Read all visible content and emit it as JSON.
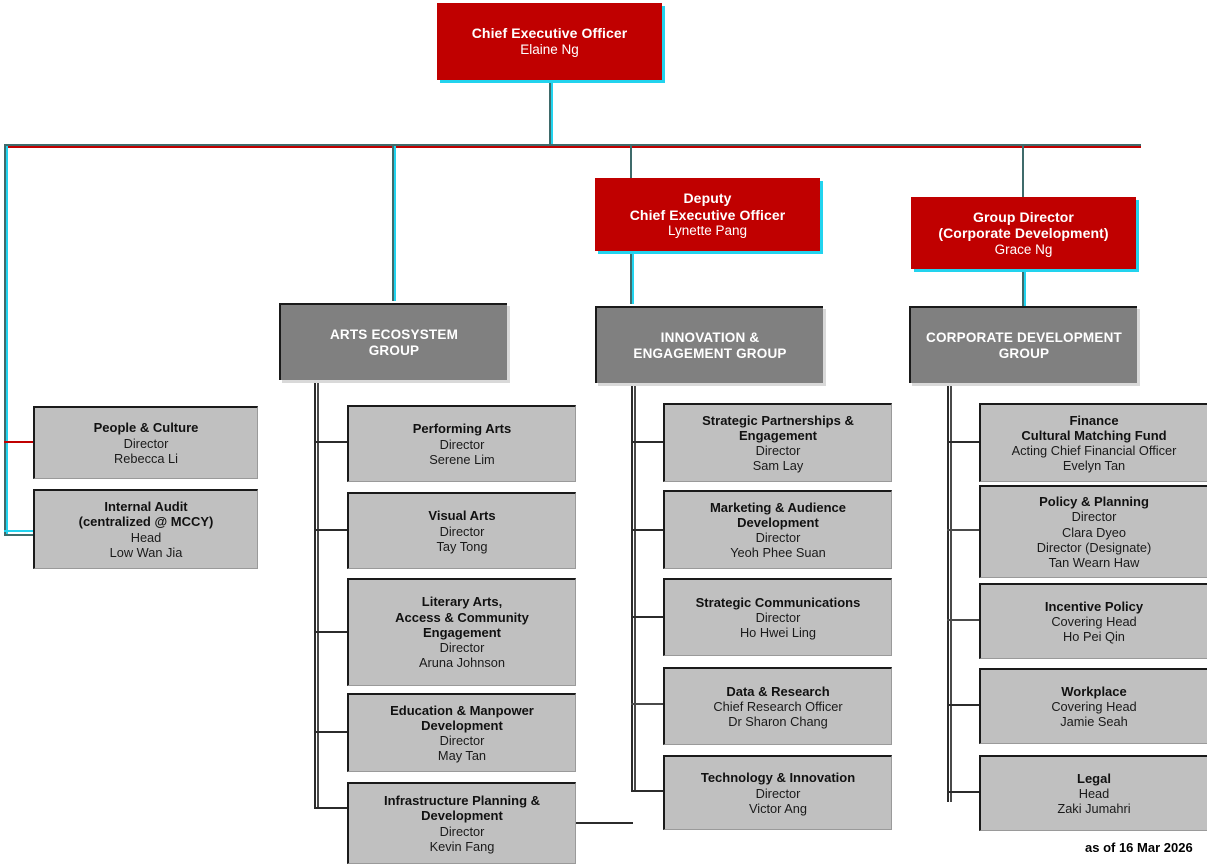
{
  "meta": {
    "footnote": "as of 16 Mar 2026",
    "colors": {
      "executive_red": "#c00000",
      "group_grey": "#808080",
      "department_grey": "#c0c0c0",
      "accent_cyan": "#22d3ee",
      "connector_teal": "#3f6b6b"
    }
  },
  "executives": {
    "ceo": {
      "title": "Chief Executive Officer",
      "name": "Elaine Ng"
    },
    "dceo": {
      "title_line1": "Deputy",
      "title_line2": "Chief Executive Officer",
      "name": "Lynette Pang"
    },
    "group_director": {
      "title_line1": "Group Director",
      "title_line2": "(Corporate Development)",
      "name": "Grace Ng"
    }
  },
  "groups": {
    "arts": {
      "line1": "ARTS ECOSYSTEM",
      "line2": "GROUP"
    },
    "innovation": {
      "line1": "INNOVATION &",
      "line2": "ENGAGEMENT GROUP"
    },
    "corporate": {
      "line1": "CORPORATE DEVELOPMENT",
      "line2": "GROUP"
    }
  },
  "direct_reports": [
    {
      "title": "People & Culture",
      "role": "Director",
      "name": "Rebecca Li"
    },
    {
      "title_line1": "Internal Audit",
      "title_line2": "(centralized @ MCCY)",
      "role": "Head",
      "name": "Low Wan Jia"
    }
  ],
  "arts_departments": [
    {
      "title": "Performing Arts",
      "role": "Director",
      "name": "Serene Lim"
    },
    {
      "title": "Visual Arts",
      "role": "Director",
      "name": "Tay Tong"
    },
    {
      "title_line1": "Literary Arts,",
      "title_line2": "Access & Community",
      "title_line3": "Engagement",
      "role": "Director",
      "name": "Aruna Johnson"
    },
    {
      "title_line1": "Education & Manpower",
      "title_line2": "Development",
      "role": "Director",
      "name": "May Tan"
    },
    {
      "title_line1": "Infrastructure Planning &",
      "title_line2": "Development",
      "role": "Director",
      "name": "Kevin Fang"
    }
  ],
  "innovation_departments": [
    {
      "title_line1": "Strategic Partnerships &",
      "title_line2": "Engagement",
      "role": "Director",
      "name": "Sam Lay"
    },
    {
      "title_line1": "Marketing & Audience",
      "title_line2": "Development",
      "role": "Director",
      "name": "Yeoh Phee Suan"
    },
    {
      "title": "Strategic Communications",
      "role": "Director",
      "name": "Ho Hwei Ling"
    },
    {
      "title": "Data & Research",
      "role": "Chief Research Officer",
      "name": "Dr Sharon Chang"
    },
    {
      "title": "Technology & Innovation",
      "role": "Director",
      "name": "Victor Ang"
    }
  ],
  "corporate_departments": [
    {
      "title_line1": "Finance",
      "title_line2": "Cultural Matching Fund",
      "role": "Acting Chief Financial Officer",
      "name": "Evelyn Tan"
    },
    {
      "title": "Policy & Planning",
      "role": "Director",
      "name": "Clara Dyeo",
      "role2": "Director (Designate)",
      "name2": "Tan Wearn Haw"
    },
    {
      "title": "Incentive Policy",
      "role": "Covering Head",
      "name": "Ho Pei Qin"
    },
    {
      "title": "Workplace",
      "role": "Covering Head",
      "name": "Jamie Seah"
    },
    {
      "title": "Legal",
      "role": "Head",
      "name": "Zaki Jumahri"
    }
  ]
}
